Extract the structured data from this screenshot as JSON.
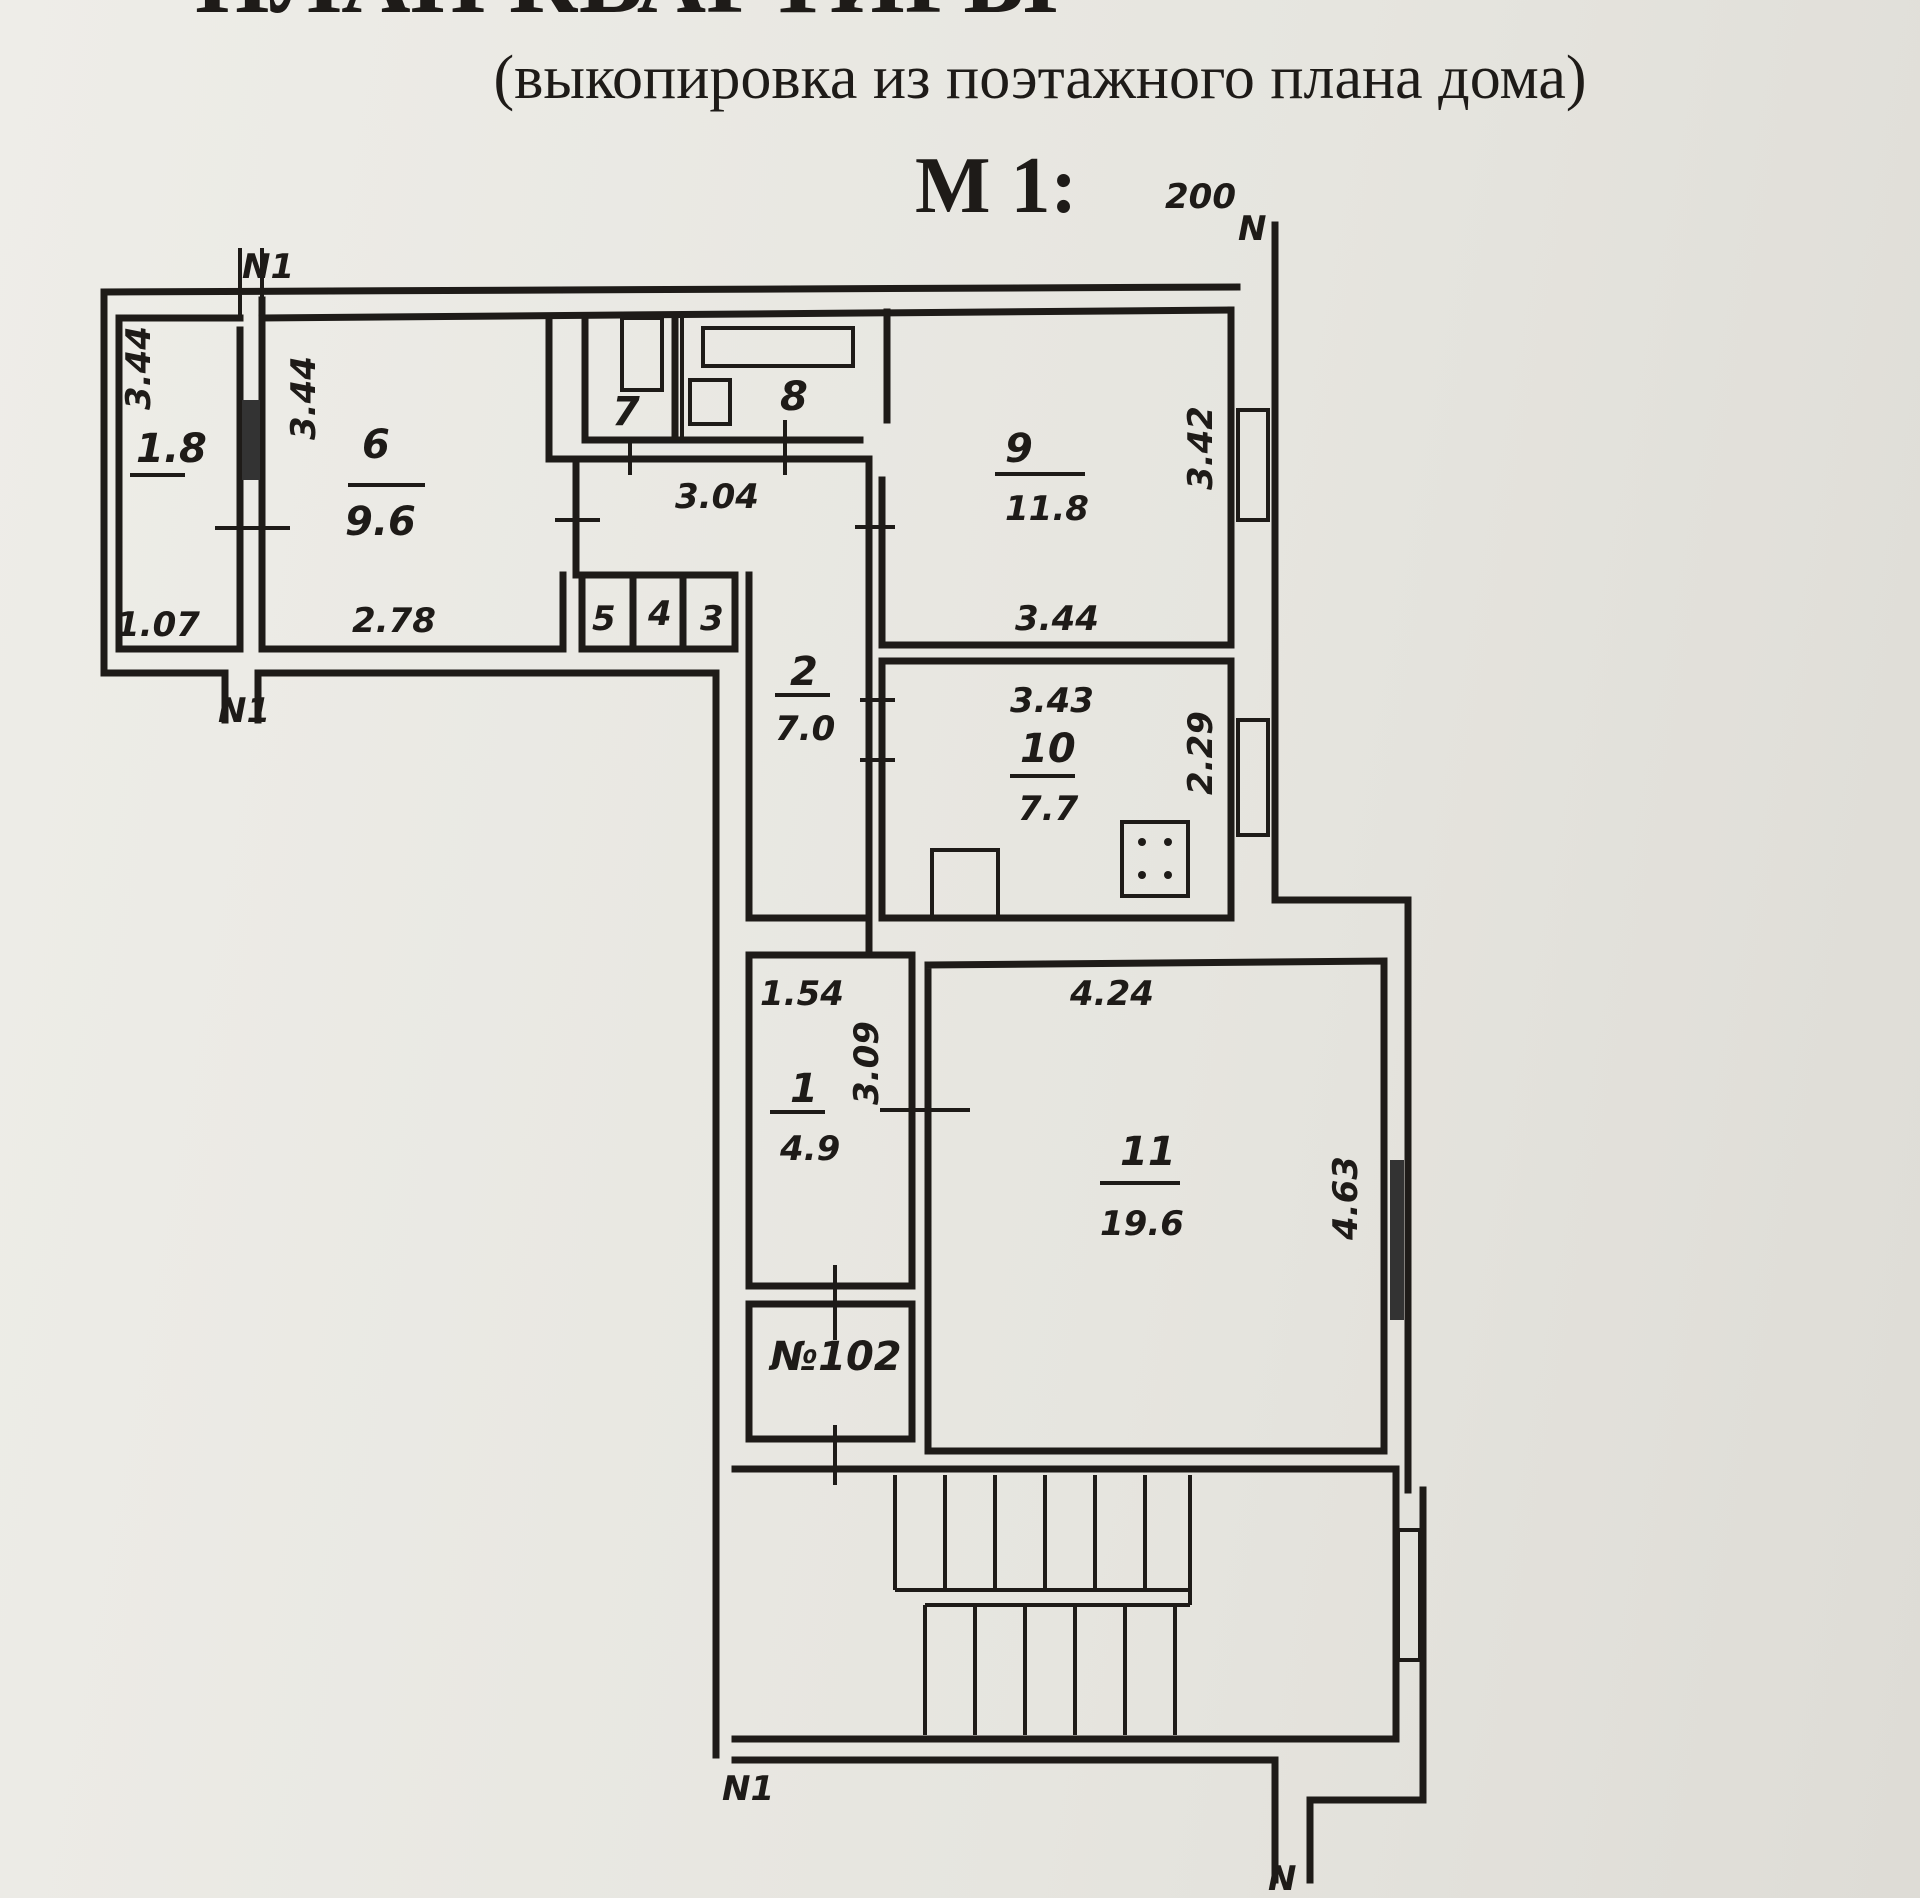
{
  "header": {
    "title_cropped": "ПЛАН КВАРТИРЫ",
    "subtitle": "(выкопировка из поэтажного плана дома)",
    "scale_prefix": "М  1:",
    "scale_value": "200"
  },
  "axes": {
    "top_left": "N1",
    "bottom_left": "N1",
    "top_right": "N",
    "bottom_right": "N"
  },
  "rooms": [
    {
      "id": "balcony",
      "area": "1.8",
      "dims": [
        "3.44",
        "1.07"
      ]
    },
    {
      "id": "6",
      "area": "9.6",
      "dims": [
        "3.44",
        "2.78"
      ]
    },
    {
      "id": "7"
    },
    {
      "id": "8"
    },
    {
      "id": "corridor",
      "dims": [
        "3.04"
      ]
    },
    {
      "id": "5"
    },
    {
      "id": "4"
    },
    {
      "id": "3"
    },
    {
      "id": "2",
      "area": "7.0"
    },
    {
      "id": "9",
      "area": "11.8",
      "dims": [
        "3.42",
        "3.44"
      ]
    },
    {
      "id": "10",
      "area": "7.7",
      "dims": [
        "3.43",
        "2.29"
      ]
    },
    {
      "id": "1",
      "area": "4.9",
      "dims": [
        "1.54",
        "3.09"
      ]
    },
    {
      "id": "11",
      "area": "19.6",
      "dims": [
        "4.24",
        "4.63"
      ]
    },
    {
      "id": "apartment",
      "label": "№102"
    }
  ]
}
